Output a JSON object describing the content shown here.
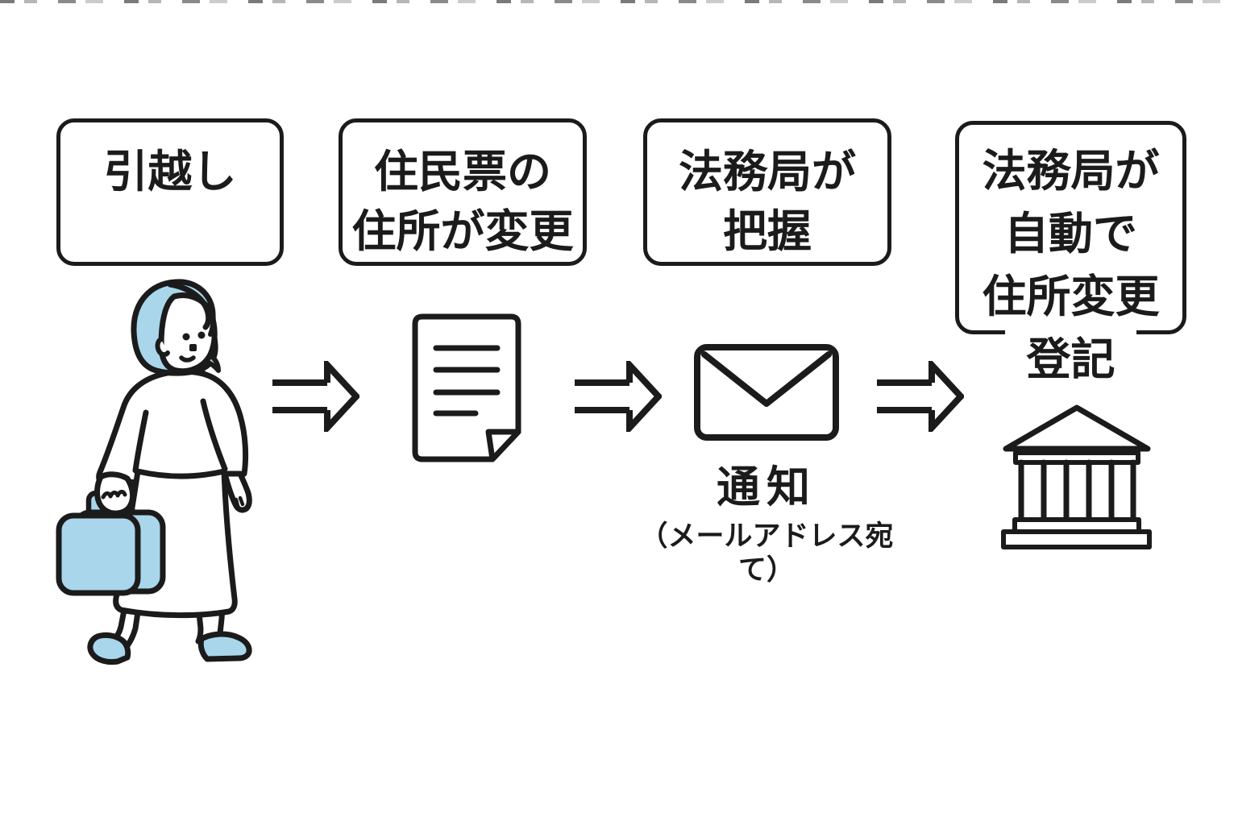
{
  "palette": {
    "ink": "#1b1b1b",
    "accent_blue": "#a9d6eb",
    "background": "#ffffff"
  },
  "steps": [
    {
      "lines": [
        "引越し"
      ],
      "icon": "person-with-suitcase"
    },
    {
      "lines": [
        "住民票の",
        "住所が変更"
      ],
      "icon": "document"
    },
    {
      "lines": [
        "法務局が",
        "把握"
      ],
      "icon": "envelope",
      "caption": "通知",
      "subcaption": "（メールアドレス宛て）"
    },
    {
      "lines": [
        "法務局が",
        "自動で",
        "住所変更",
        "登記"
      ],
      "icon": "government-building"
    }
  ],
  "connector_icon": "right-arrow",
  "artifacts": {
    "top_edge": "cropped text remnants along top edge"
  }
}
